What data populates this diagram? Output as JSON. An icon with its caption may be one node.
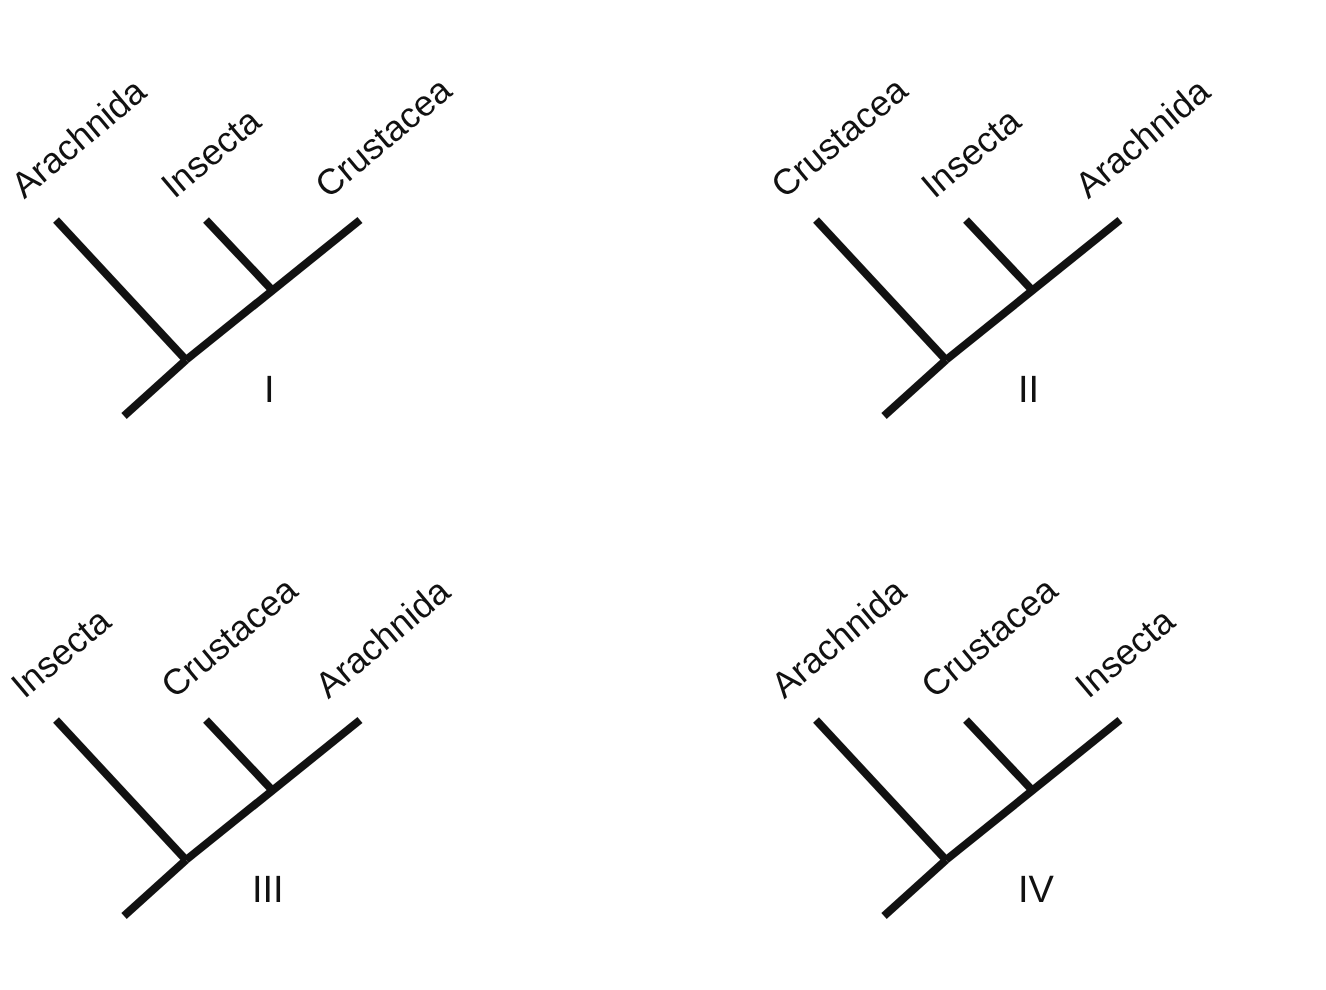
{
  "diagram": {
    "labels": [
      "Arachnida",
      "Insecta",
      "Crustacea",
      "I",
      "Crustacea",
      "Insecta",
      "Arachnida",
      "II",
      "Insecta",
      "Crustacea",
      "Arachnida",
      "III",
      "Arachnida",
      "Crustacea",
      "Insecta",
      "IV"
    ]
  }
}
